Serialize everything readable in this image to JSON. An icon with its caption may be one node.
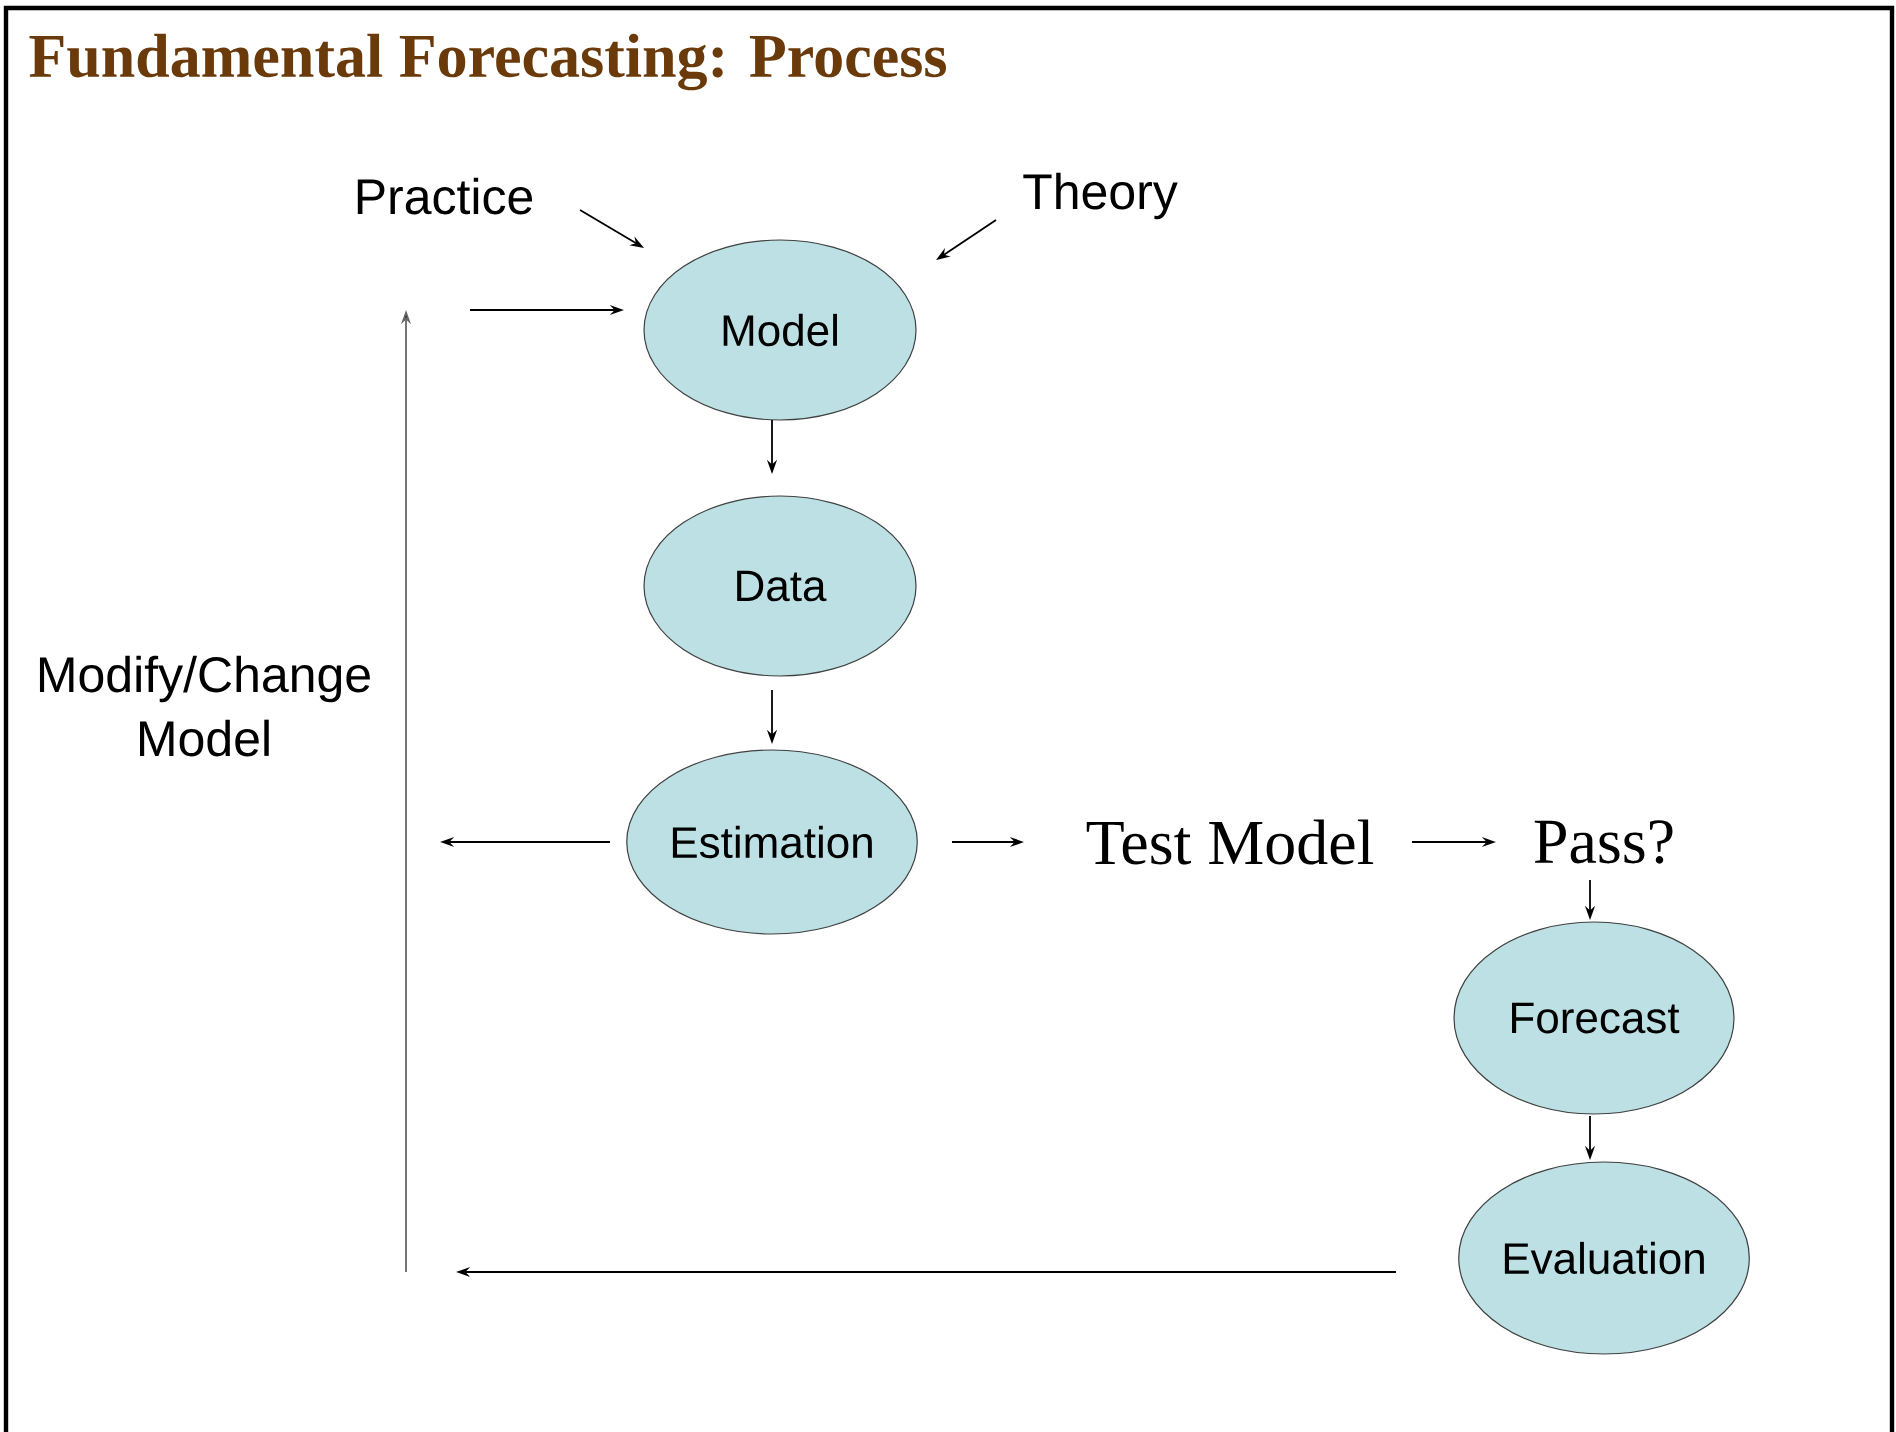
{
  "diagram": {
    "title": "Fundamental Forecasting: Process",
    "nodes": [
      {
        "text": [
          "Practice"
        ]
      },
      {
        "text": [
          "Theory"
        ]
      },
      {
        "text": [
          "Model"
        ]
      },
      {
        "text": [
          "Data"
        ]
      },
      {
        "text": [
          "Estimation"
        ]
      },
      {
        "text": [
          "Test Model"
        ]
      },
      {
        "text": [
          "Pass?"
        ]
      },
      {
        "text": [
          "Forecast"
        ]
      },
      {
        "text": [
          "Evaluation"
        ]
      }
    ],
    "edges": [
      {
        "from": 0,
        "to": 2,
        "arrow": "to"
      },
      {
        "from": 1,
        "to": 2,
        "arrow": "to"
      },
      {
        "from": 2,
        "to": 3,
        "arrow": "to"
      },
      {
        "from": 3,
        "to": 4,
        "arrow": "to"
      },
      {
        "from": 4,
        "to": null,
        "arrow": "to"
      },
      {
        "from": 4,
        "to": 5,
        "arrow": "to"
      },
      {
        "from": 5,
        "to": 6,
        "arrow": "to"
      },
      {
        "from": 6,
        "to": 7,
        "arrow": "to"
      },
      {
        "from": 7,
        "to": 8,
        "arrow": "to"
      },
      {
        "from": 8,
        "to": null,
        "arrow": "to"
      },
      {
        "from": null,
        "to": 2,
        "arrow": "to"
      }
    ],
    "labels": [
      "Modify/Change Model"
    ]
  }
}
